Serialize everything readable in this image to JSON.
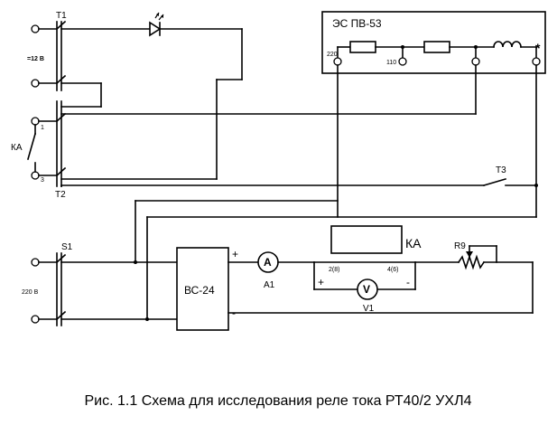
{
  "labels": {
    "t1": "T1",
    "t2": "T2",
    "t3": "T3",
    "ka_left": "КА",
    "contact_1": "1",
    "contact_3": "3",
    "supply_dc": "=12 В",
    "es_title": "ЭС ПВ-53",
    "es_220": "220",
    "es_110": "110",
    "es_star": "*",
    "s1": "S1",
    "supply_ac": "220 В",
    "rectifier": "ВС-24",
    "rect_plus": "+",
    "rect_minus": "-",
    "ammeter": "A",
    "ammeter_ref": "A1",
    "voltmeter": "V",
    "voltmeter_ref": "V1",
    "relay": "КА",
    "relay_pin_left": "2(8)",
    "relay_pin_right": "4(6)",
    "relay_plus": "+",
    "relay_minus": "-",
    "rheostat": "R9"
  },
  "caption": "Рис. 1.1 Схема для исследования реле тока РТ40/2 УХЛ4"
}
